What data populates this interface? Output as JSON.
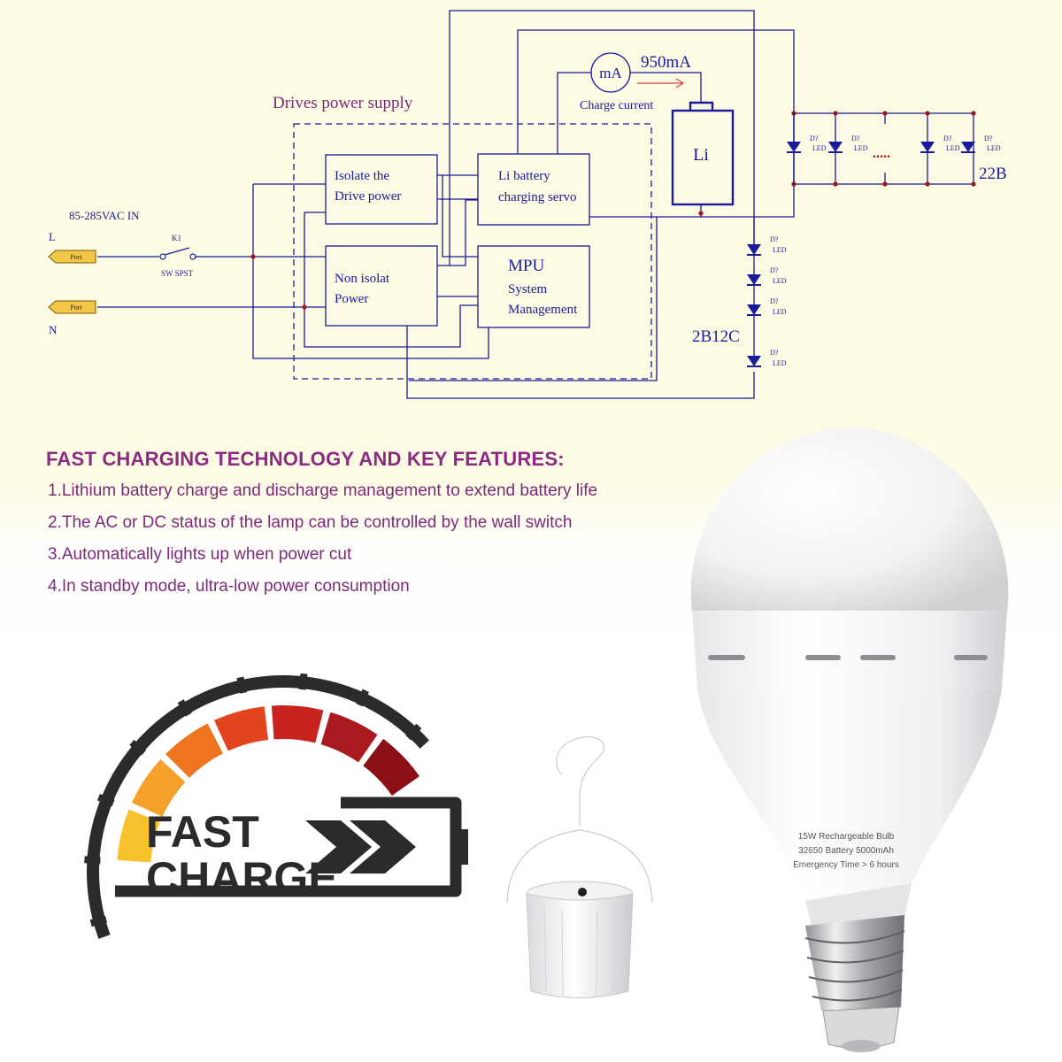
{
  "schematic": {
    "title": "Drives power supply",
    "input_label": "85-285VAC IN",
    "line_L": "L",
    "line_N": "N",
    "port_label": "Port",
    "switch_ref": "K1",
    "switch_type": "SW SPST",
    "blocks": {
      "isolate": [
        "Isolate the",
        "Drive power"
      ],
      "non_isolate": [
        "Non isolat",
        "Power"
      ],
      "li_charging": [
        "Li battery",
        "charging servo"
      ],
      "mpu": [
        "MPU",
        "System",
        "Management"
      ]
    },
    "meter_label": "mA",
    "current_value": "950mA",
    "current_caption": "Charge current",
    "battery_label": "Li",
    "led_ref": "D?",
    "led_text": "LED",
    "led_ellipsis": ".....",
    "top_string_label": "22B",
    "side_string_label": "2B12C",
    "colors": {
      "wire": "#1a1a9c",
      "text": "#1a1a9c",
      "title": "#7a2a7a",
      "arrow": "#e04040"
    }
  },
  "features": {
    "heading": "FAST CHARGING TECHNOLOGY AND KEY FEATURES:",
    "items": [
      "1.Lithium battery charge and discharge management to extend battery life",
      "2.The AC or DC status of the lamp can be controlled by the wall switch",
      "3.Automatically lights up when power cut",
      "4.In standby mode, ultra-low power consumption"
    ],
    "color": "#8a2a82"
  },
  "badge": {
    "line1": "FAST",
    "line2": "CHARGE",
    "segment_colors": [
      "#f7c12c",
      "#f5a02a",
      "#ee7420",
      "#e2451e",
      "#c8231f",
      "#a9191f",
      "#8b0f16"
    ]
  },
  "bulb": {
    "label_lines": [
      "15W Rechargeable Bulb",
      "32650 Battery 5000mAh",
      "Emergency Time > 6 hours"
    ]
  }
}
